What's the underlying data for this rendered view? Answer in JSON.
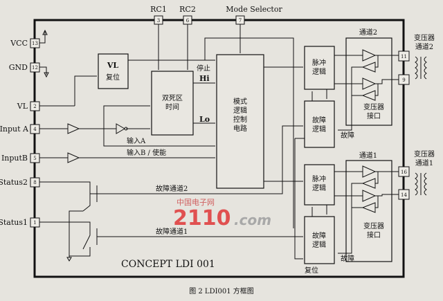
{
  "title": "CONCEPT LDI 001",
  "caption": "图 2   LDI001 方框图",
  "watermark": "2110.com 中国电子网",
  "pins": {
    "vcc": {
      "label": "VCC",
      "num": "13"
    },
    "gnd": {
      "label": "GND",
      "num": "12"
    },
    "vl": {
      "label": "VL",
      "num": "2"
    },
    "input_a": {
      "label": "Input A",
      "num": "4"
    },
    "input_b": {
      "label": "InputB",
      "num": "5"
    },
    "status2": {
      "label": "Status2",
      "num": "8"
    },
    "status1": {
      "label": "Status1",
      "num": "1"
    },
    "rc1": {
      "label": "RC1",
      "num": "3"
    },
    "rc2": {
      "label": "RC2",
      "num": "6"
    },
    "mode": {
      "label": "Mode Selector",
      "num": "7"
    },
    "out11": {
      "num": "11"
    },
    "out9": {
      "num": "9"
    },
    "out16": {
      "num": "16"
    },
    "out14": {
      "num": "14"
    }
  },
  "blocks": {
    "vl_reset": [
      "VL",
      "复位"
    ],
    "dead_time": [
      "双死区",
      "时间"
    ],
    "mode_logic": [
      "模式",
      "逻辑",
      "控制",
      "电路"
    ],
    "pulse_logic": [
      "脉冲",
      "逻辑"
    ],
    "fault_logic": [
      "故障",
      "逻辑"
    ],
    "xfmr_if": [
      "变压器",
      "接口"
    ]
  },
  "signals": {
    "stop": "停止",
    "hi": "Hi",
    "lo": "Lo",
    "in_a": "输入A",
    "in_b": "输入B / 使能",
    "fault_ch2": "故障通道2",
    "fault_ch1": "故障通道1",
    "fault": "故障",
    "reset": "复位"
  },
  "channels": {
    "ch2": "通道2",
    "ch1": "通道1"
  },
  "transformers": {
    "t2": [
      "变压器",
      "通道2"
    ],
    "t1": [
      "变压器",
      "通道1"
    ]
  }
}
